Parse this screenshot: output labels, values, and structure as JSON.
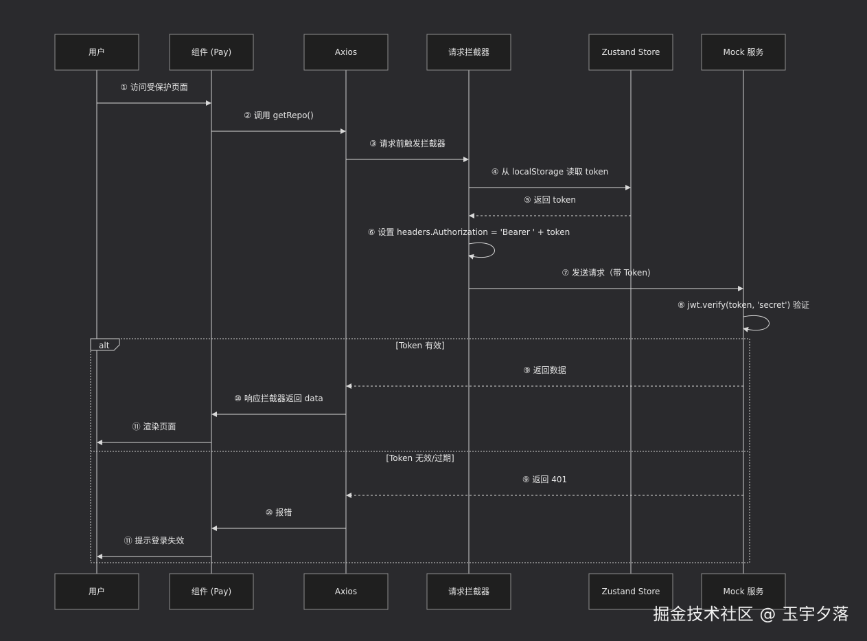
{
  "actors": [
    {
      "id": "user",
      "label": "用户"
    },
    {
      "id": "comp",
      "label": "组件 (Pay)"
    },
    {
      "id": "axios",
      "label": "Axios"
    },
    {
      "id": "interceptor",
      "label": "请求拦截器"
    },
    {
      "id": "store",
      "label": "Zustand Store"
    },
    {
      "id": "mock",
      "label": "Mock 服务"
    }
  ],
  "messages": [
    {
      "from": "user",
      "to": "comp",
      "label": "① 访问受保护页面",
      "style": "solid"
    },
    {
      "from": "comp",
      "to": "axios",
      "label": "② 调用 getRepo()",
      "style": "solid"
    },
    {
      "from": "axios",
      "to": "interceptor",
      "label": "③ 请求前触发拦截器",
      "style": "solid"
    },
    {
      "from": "interceptor",
      "to": "store",
      "label": "④ 从 localStorage 读取 token",
      "style": "solid"
    },
    {
      "from": "store",
      "to": "interceptor",
      "label": "⑤ 返回 token",
      "style": "dashed"
    },
    {
      "from": "interceptor",
      "to": "interceptor",
      "label": "⑥ 设置 headers.Authorization = 'Bearer ' + token",
      "style": "self"
    },
    {
      "from": "interceptor",
      "to": "mock",
      "label": "⑦ 发送请求（带 Token)",
      "style": "solid"
    },
    {
      "from": "mock",
      "to": "mock",
      "label": "⑧ jwt.verify(token, 'secret') 验证",
      "style": "self"
    },
    {
      "from": "mock",
      "to": "axios",
      "label": "⑨ 返回数据",
      "style": "dashed"
    },
    {
      "from": "axios",
      "to": "comp",
      "label": "⑩ 响应拦截器返回 data",
      "style": "solid"
    },
    {
      "from": "comp",
      "to": "user",
      "label": "⑪ 渲染页面",
      "style": "solid"
    },
    {
      "from": "mock",
      "to": "axios",
      "label": "⑨ 返回 401",
      "style": "dashed"
    },
    {
      "from": "axios",
      "to": "comp",
      "label": "⑩ 报错",
      "style": "solid"
    },
    {
      "from": "comp",
      "to": "user",
      "label": "⑪ 提示登录失效",
      "style": "solid"
    }
  ],
  "alt_frame": {
    "keyword": "alt",
    "sections": [
      {
        "label": "[Token 有效]"
      },
      {
        "label": "[Token 无效/过期]"
      }
    ]
  },
  "watermark": "掘金技术社区 @ 玉宇夕落"
}
